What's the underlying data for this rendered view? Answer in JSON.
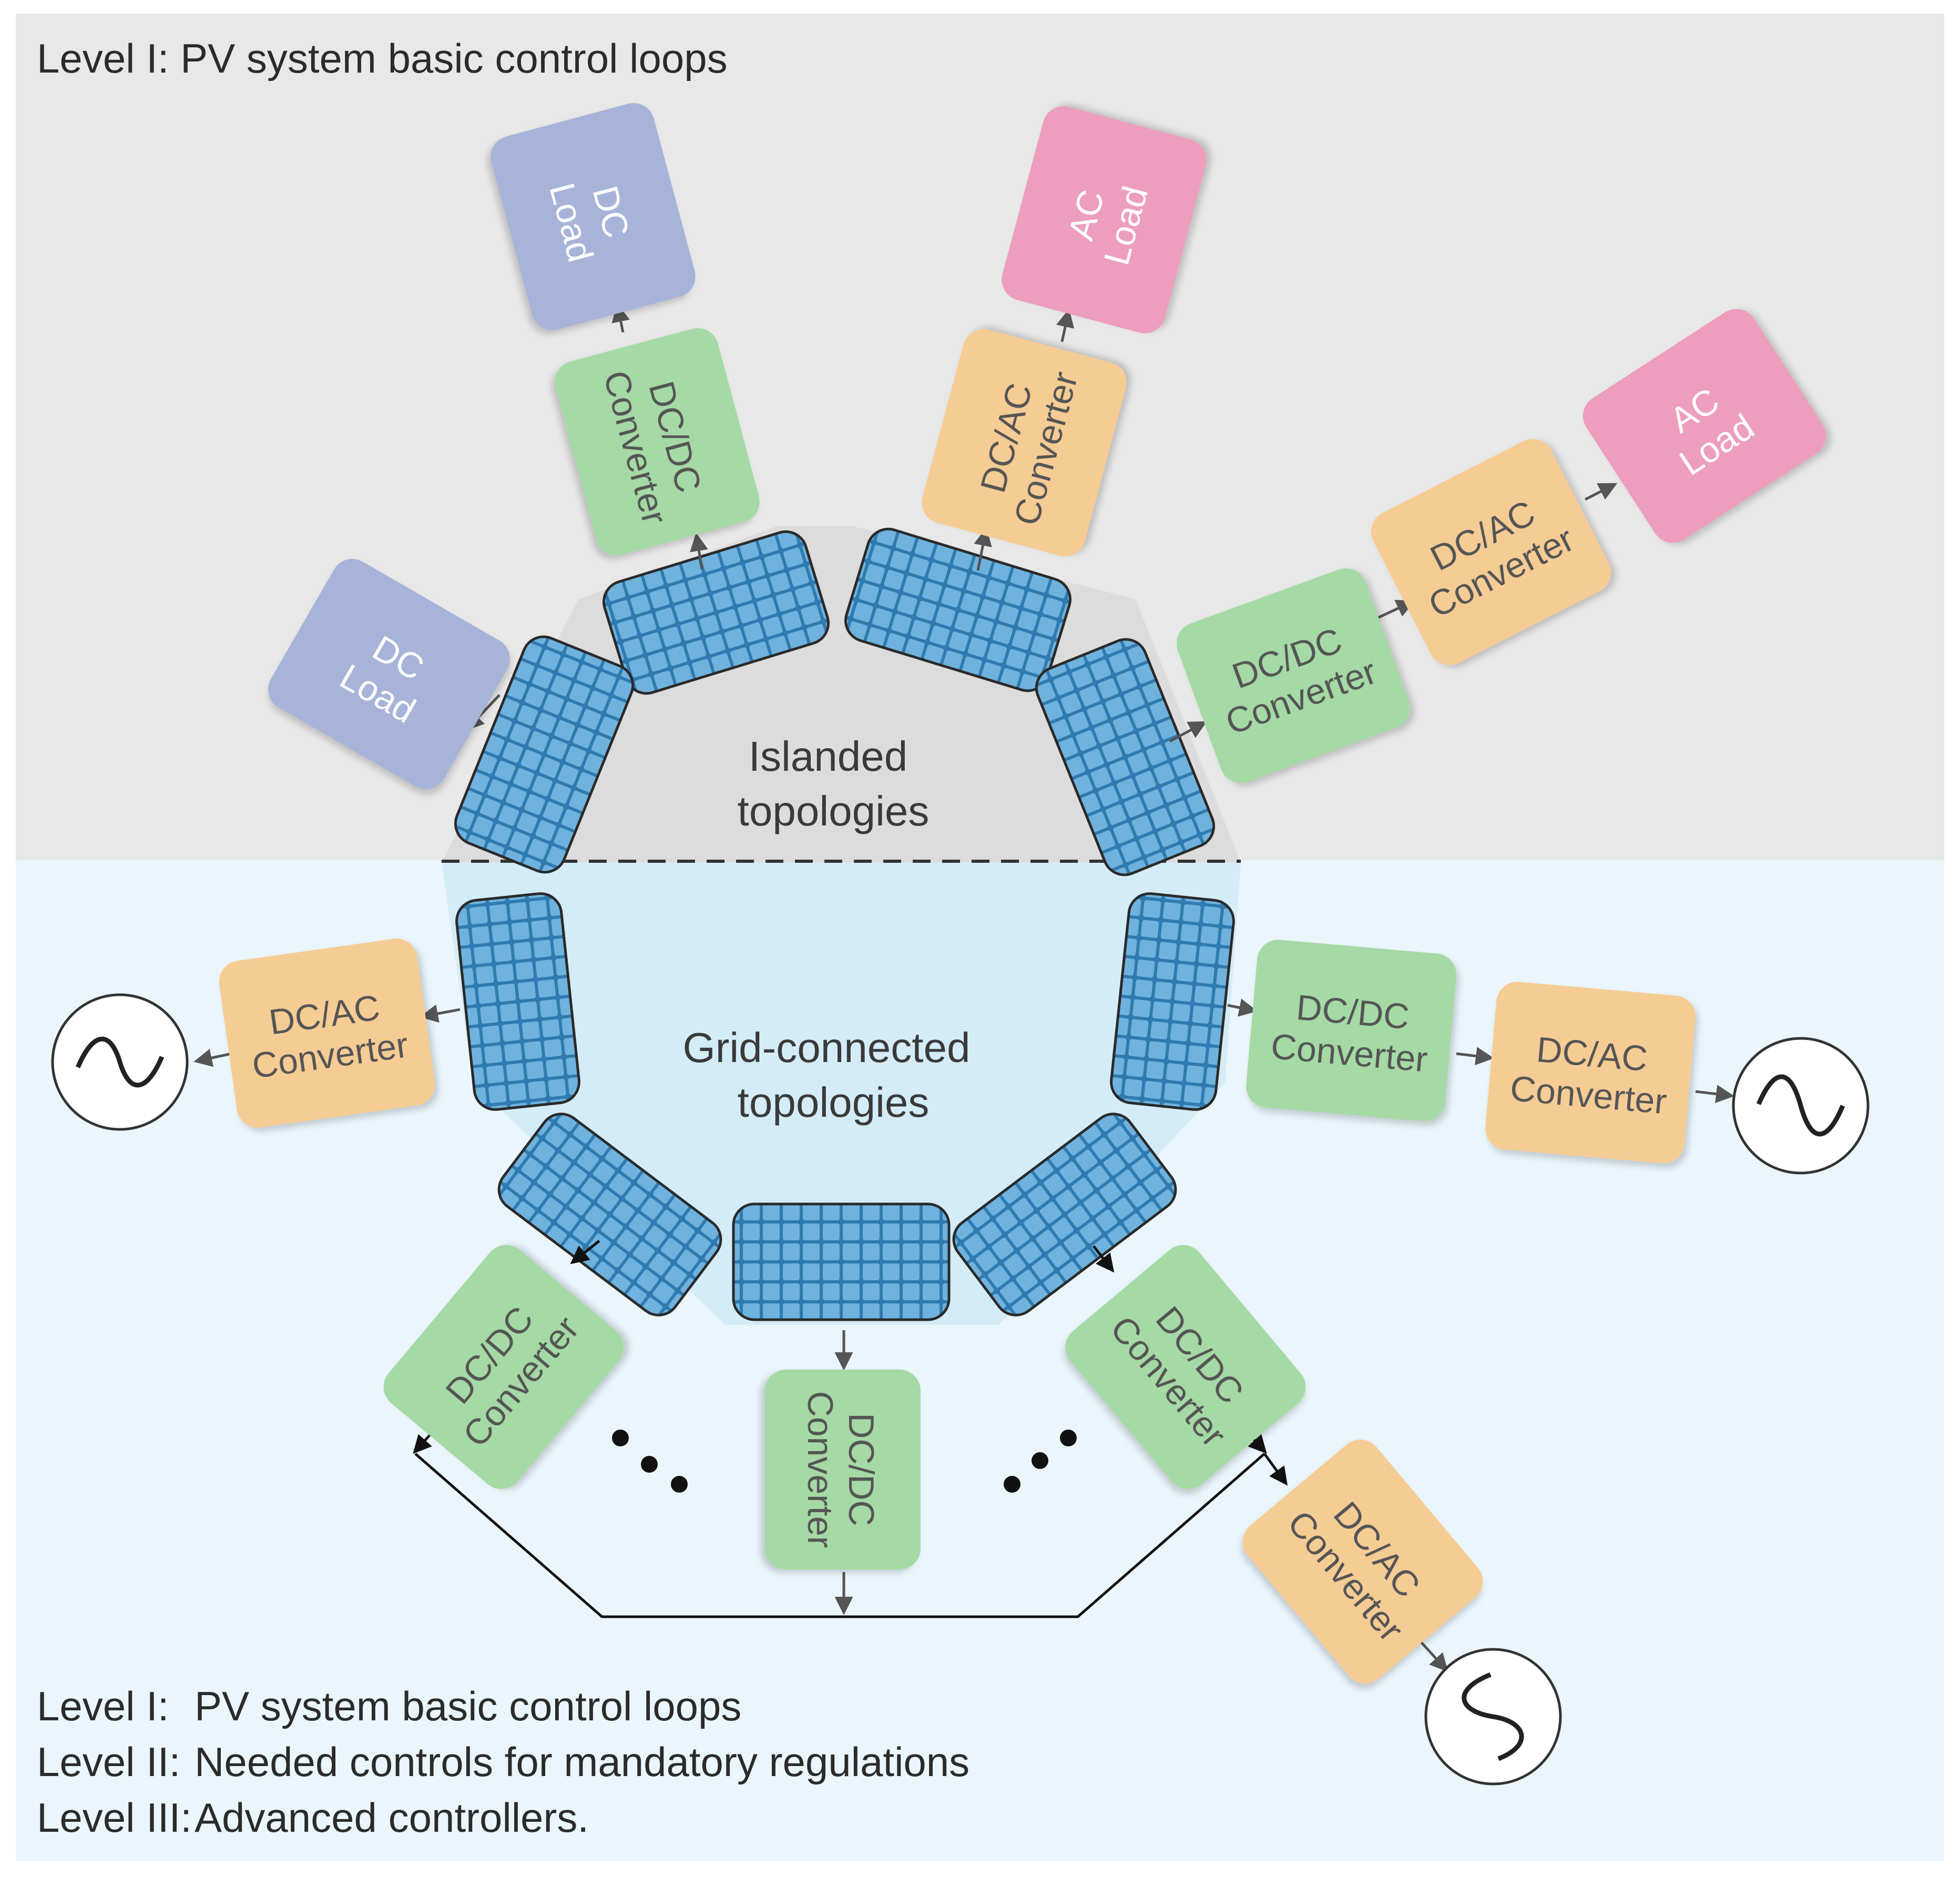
{
  "header": {
    "top_level": "Level I: PV system basic control loops"
  },
  "regions": {
    "islanded_line1": "Islanded",
    "islanded_line2": "topologies",
    "grid_line1": "Grid-connected",
    "grid_line2": "topologies"
  },
  "boxes": {
    "dc_load_top": [
      "DC",
      "Load"
    ],
    "dc_dc_top": [
      "DC/DC",
      "Converter"
    ],
    "ac_load_top": [
      "AC",
      "Load"
    ],
    "dc_ac_top": [
      "DC/AC",
      "Converter"
    ],
    "ac_load_right": [
      "AC",
      "Load"
    ],
    "dc_ac_right_top": [
      "DC/AC",
      "Converter"
    ],
    "dc_dc_right_top": [
      "DC/DC",
      "Converter"
    ],
    "dc_load_left": [
      "DC",
      "Load"
    ],
    "dc_ac_left_grid": [
      "DC/AC",
      "Converter"
    ],
    "dc_dc_right_grid": [
      "DC/DC",
      "Converter"
    ],
    "dc_ac_right_grid": [
      "DC/AC",
      "Converter"
    ],
    "dc_dc_bottom_left": [
      "DC/DC",
      "Converter"
    ],
    "dc_dc_bottom_center": [
      "DC/DC",
      "Converter"
    ],
    "dc_dc_bottom_right": [
      "DC/DC",
      "Converter"
    ],
    "dc_ac_bottom_right": [
      "DC/AC",
      "Converter"
    ]
  },
  "legend": [
    {
      "level": "Level I:",
      "text": "PV system basic control loops"
    },
    {
      "level": "Level II:",
      "text": "Needed controls for mandatory regulations"
    },
    {
      "level": "Level III:",
      "text": "Advanced controllers."
    }
  ],
  "colors": {
    "islanded_bg": "#e8e8e8",
    "grid_bg": "#eaf6fc",
    "green": "#a5d9a5",
    "orange": "#f6cc95",
    "pink": "#ed9dbe",
    "blue_load": "#a7b3d8",
    "panel": "#5aa4d4"
  }
}
